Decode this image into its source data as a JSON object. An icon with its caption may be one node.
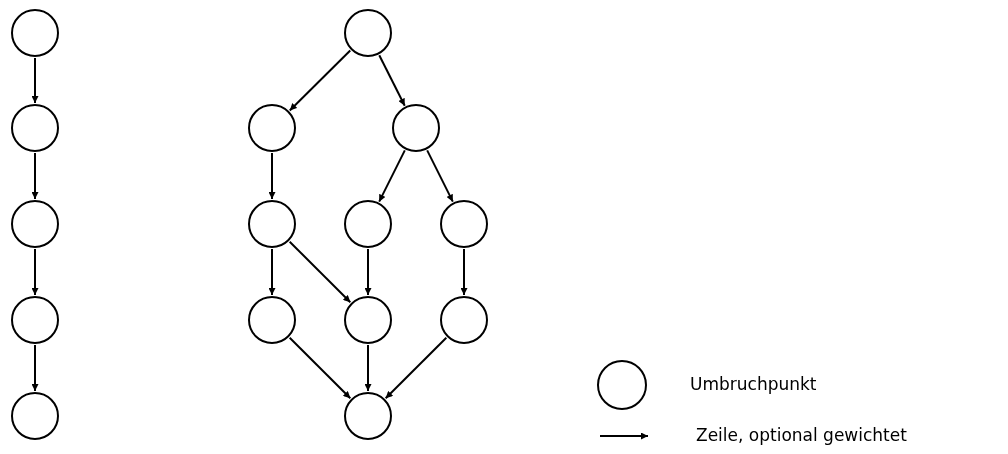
{
  "diagram": {
    "nodes": [
      {
        "text": [],
        "shape": "circle"
      },
      {
        "text": [],
        "shape": "circle"
      },
      {
        "text": [],
        "shape": "circle"
      },
      {
        "text": [],
        "shape": "circle"
      },
      {
        "text": [],
        "shape": "circle"
      },
      {
        "text": [],
        "shape": "circle"
      },
      {
        "text": [],
        "shape": "circle"
      },
      {
        "text": [],
        "shape": "circle"
      },
      {
        "text": [],
        "shape": "circle"
      },
      {
        "text": [],
        "shape": "circle"
      },
      {
        "text": [],
        "shape": "circle"
      },
      {
        "text": [],
        "shape": "circle"
      },
      {
        "text": [],
        "shape": "circle"
      },
      {
        "text": [],
        "shape": "circle"
      },
      {
        "text": [],
        "shape": "circle"
      }
    ],
    "edges": [
      {
        "from": 0,
        "to": 1,
        "arrow": "to"
      },
      {
        "from": 1,
        "to": 2,
        "arrow": "to"
      },
      {
        "from": 2,
        "to": 3,
        "arrow": "to"
      },
      {
        "from": 3,
        "to": 4,
        "arrow": "to"
      },
      {
        "from": 5,
        "to": 6,
        "arrow": "to"
      },
      {
        "from": 5,
        "to": 7,
        "arrow": "to"
      },
      {
        "from": 6,
        "to": 8,
        "arrow": "to"
      },
      {
        "from": 7,
        "to": 9,
        "arrow": "to"
      },
      {
        "from": 7,
        "to": 10,
        "arrow": "to"
      },
      {
        "from": 8,
        "to": 11,
        "arrow": "to"
      },
      {
        "from": 8,
        "to": 12,
        "arrow": "to"
      },
      {
        "from": 9,
        "to": 12,
        "arrow": "to"
      },
      {
        "from": 10,
        "to": 13,
        "arrow": "to"
      },
      {
        "from": 11,
        "to": 14,
        "arrow": "to"
      },
      {
        "from": 12,
        "to": 14,
        "arrow": "to"
      },
      {
        "from": 13,
        "to": 14,
        "arrow": "to"
      }
    ],
    "legend": [
      {
        "text": "Umbruchpunkt"
      },
      {
        "text": "Zeile, optional gewichtet"
      }
    ]
  }
}
